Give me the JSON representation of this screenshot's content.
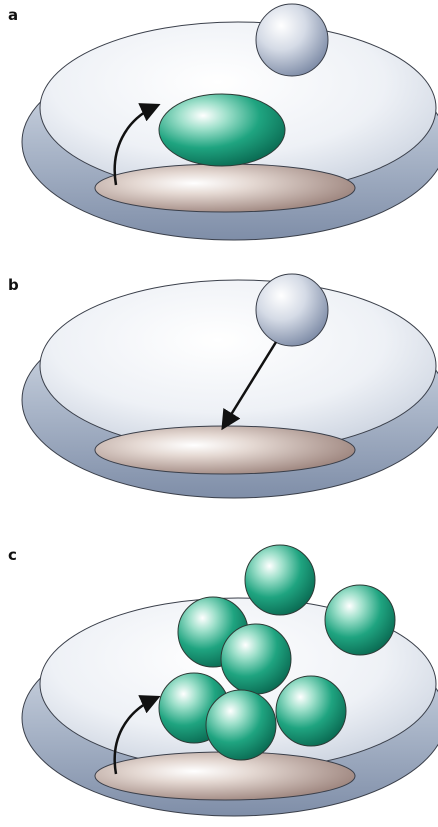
{
  "panels": [
    {
      "label": "a"
    },
    {
      "label": "b"
    },
    {
      "label": "c"
    }
  ],
  "colors": {
    "dish_outer": "#9aa7bd",
    "dish_inner": "#e8ecf3",
    "pad": "#b59f98",
    "green_sphere": "#1a9a78",
    "grey_sphere": "#b5c0d2",
    "arrow": "#111111"
  }
}
